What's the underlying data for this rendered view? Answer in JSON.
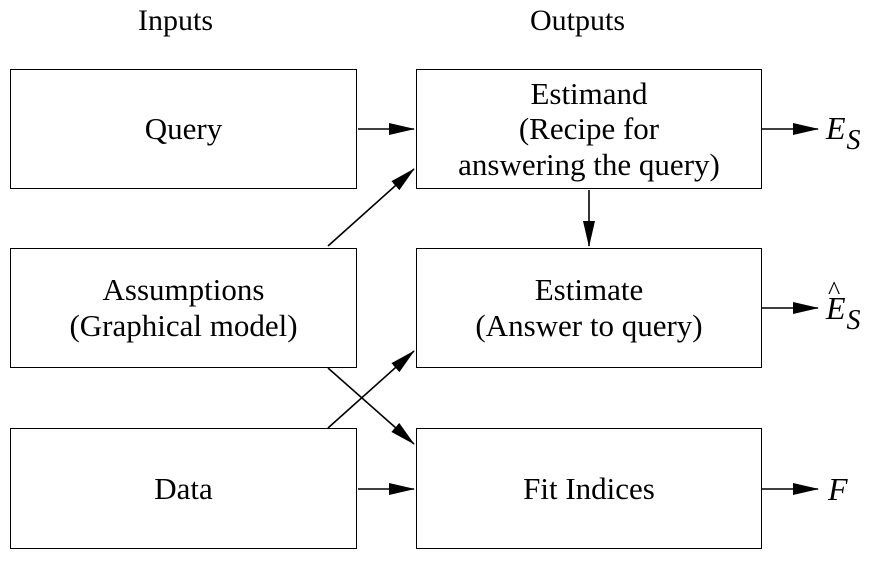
{
  "headers": {
    "inputs": "Inputs",
    "outputs": "Outputs"
  },
  "boxes": {
    "query": {
      "lines": [
        "Query"
      ]
    },
    "assumptions": {
      "lines": [
        "Assumptions",
        "(Graphical model)"
      ]
    },
    "data": {
      "lines": [
        "Data"
      ]
    },
    "estimand": {
      "lines": [
        "Estimand",
        "(Recipe for",
        "answering the query)"
      ]
    },
    "estimate": {
      "lines": [
        "Estimate",
        "(Answer to query)"
      ]
    },
    "fit_indices": {
      "lines": [
        "Fit Indices"
      ]
    }
  },
  "outputs": {
    "estimand": {
      "symbol": "E",
      "subscript": "S"
    },
    "estimate": {
      "symbol": "E",
      "subscript": "S",
      "hat": "^"
    },
    "fit": {
      "symbol": "F"
    }
  }
}
